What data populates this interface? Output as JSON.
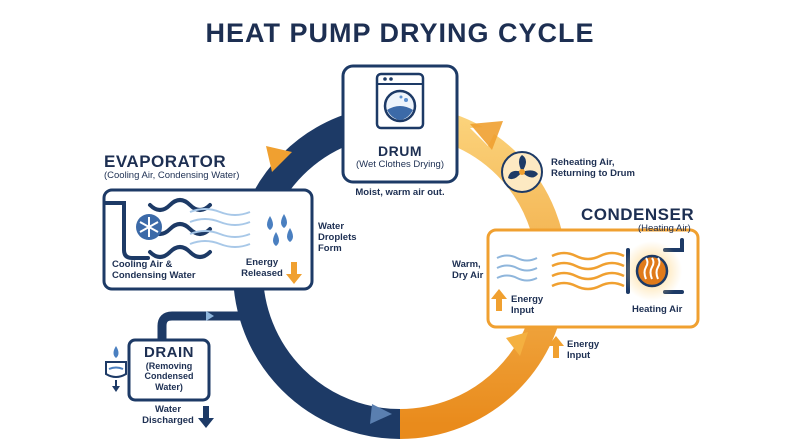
{
  "title": "HEAT PUMP DRYING CYCLE",
  "drum": {
    "name": "DRUM",
    "sub": "(Wet Clothes Drying)",
    "note": "Moist, warm air out."
  },
  "evaporator": {
    "name": "EVAPORATOR",
    "sub": "(Cooling Air, Condensing Water)",
    "inner_label": "Cooling Air &\nCondensing Water",
    "energy_label": "Energy\nReleased",
    "droplets_label": "Water\nDroplets\nForm"
  },
  "condenser": {
    "name": "CONDENSER",
    "sub": "(Heating Air)",
    "energy_label": "Energy\nInput",
    "heating_label": "Heating Air",
    "inlet_label": "Warm,\nDry Air"
  },
  "fan_label": "Reheating Air,\nReturning to Drum",
  "bottom_energy_label": "Energy\nInput",
  "drain": {
    "name": "DRAIN",
    "sub": "(Removing\nCondensed\nWater)",
    "discharge_label": "Water\nDischarged"
  },
  "colors": {
    "navy": "#1d3a66",
    "orange": "#f0a030",
    "light_blue": "#8fb6dc"
  },
  "icons": [
    "washing-machine-icon",
    "snowflake-icon",
    "fan-icon",
    "heating-coil-icon",
    "water-drop-icon",
    "faucet-icon"
  ]
}
